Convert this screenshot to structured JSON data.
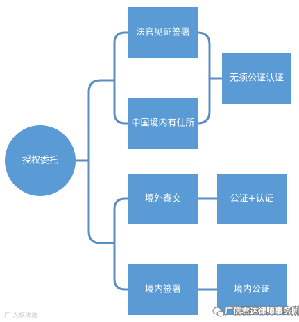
{
  "diagram": {
    "root": "授权委托",
    "branch_top": {
      "node_a": "法官见证签署",
      "node_b": "中国境内有住所",
      "result": "无须公证认证"
    },
    "branch_bottom": {
      "node_a": "境外寄交",
      "result_a": "公证+认证",
      "node_b": "境内签署",
      "result_b": "境内公证"
    }
  },
  "watermark": {
    "left": "广 大族法语",
    "right": "广信君达律师事务所"
  },
  "colors": {
    "node_fill": "#5b9bd5",
    "connector": "#5b8cc4",
    "text": "#ffffff"
  }
}
